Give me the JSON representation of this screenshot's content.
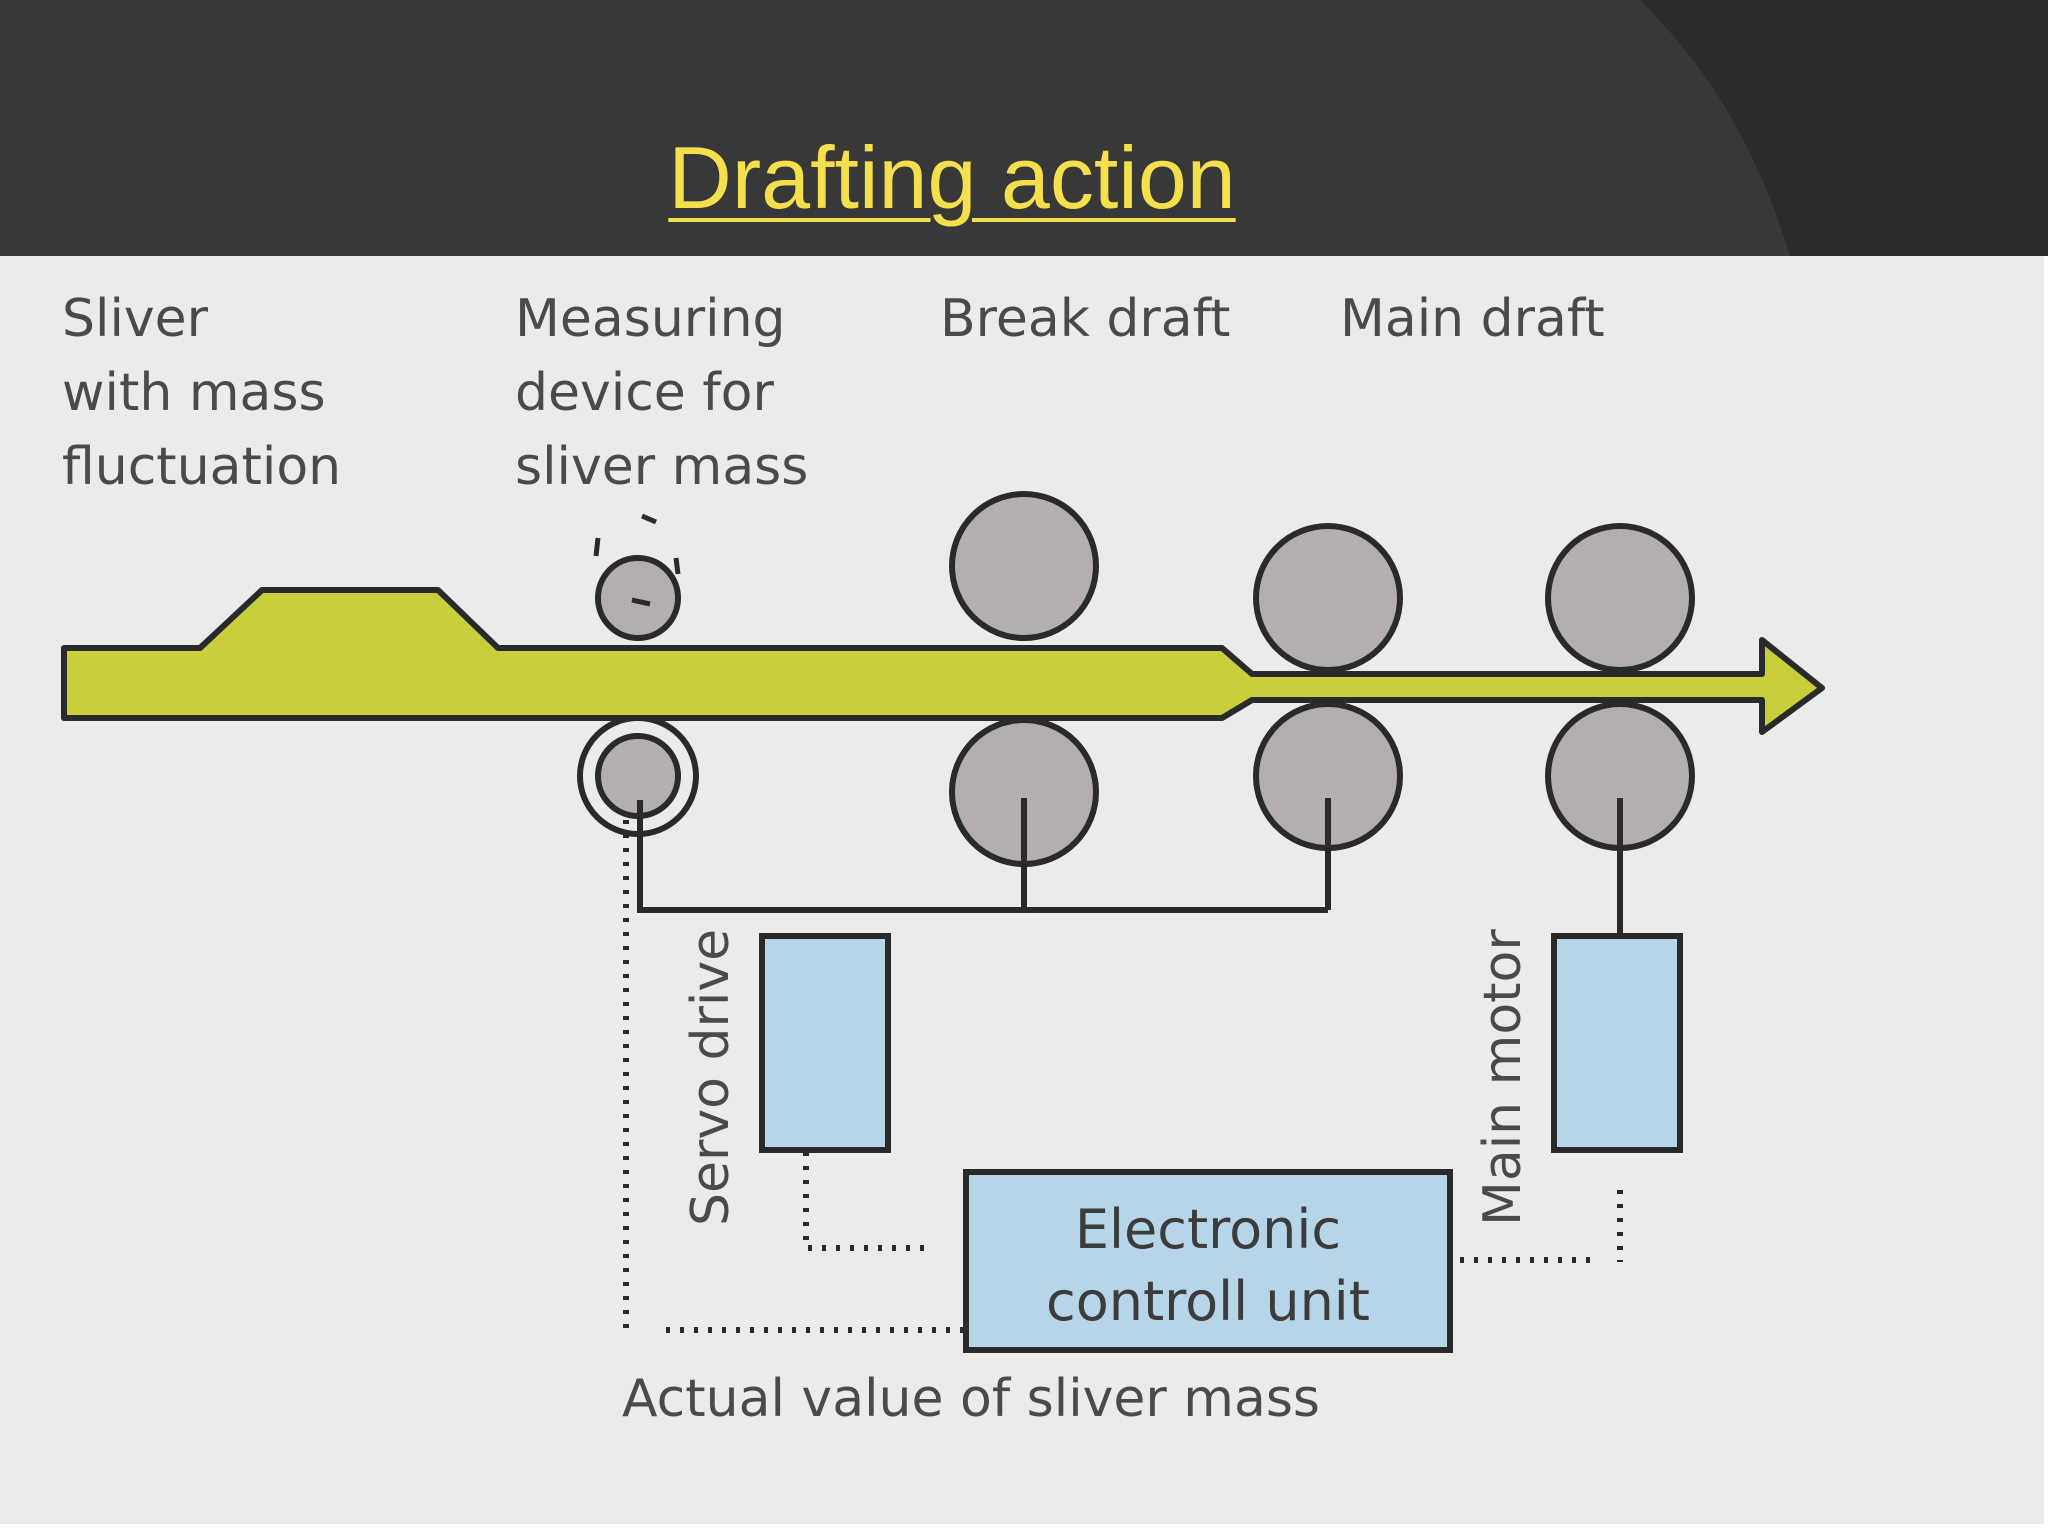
{
  "slide": {
    "title": "Drafting action"
  },
  "diagram": {
    "labels": {
      "sliver": [
        "Sliver",
        "with mass",
        "fluctuation"
      ],
      "measuring": [
        "Measuring",
        "device for",
        "sliver mass"
      ],
      "break_draft": "Break draft",
      "main_draft": "Main draft",
      "servo_drive": "Servo drive",
      "main_motor": "Main motor",
      "control_unit": [
        "Electronic",
        "controll unit"
      ],
      "actual_value": "Actual value of sliver mass"
    },
    "colors": {
      "header": "#383838",
      "header_stripe": "#2c2c2c",
      "diagram_bg": "#ebebeb",
      "sliver": "#c9cf3a",
      "roller": "#b5aeb1",
      "box": "#b7d5e8",
      "title": "#f4e04d"
    }
  }
}
